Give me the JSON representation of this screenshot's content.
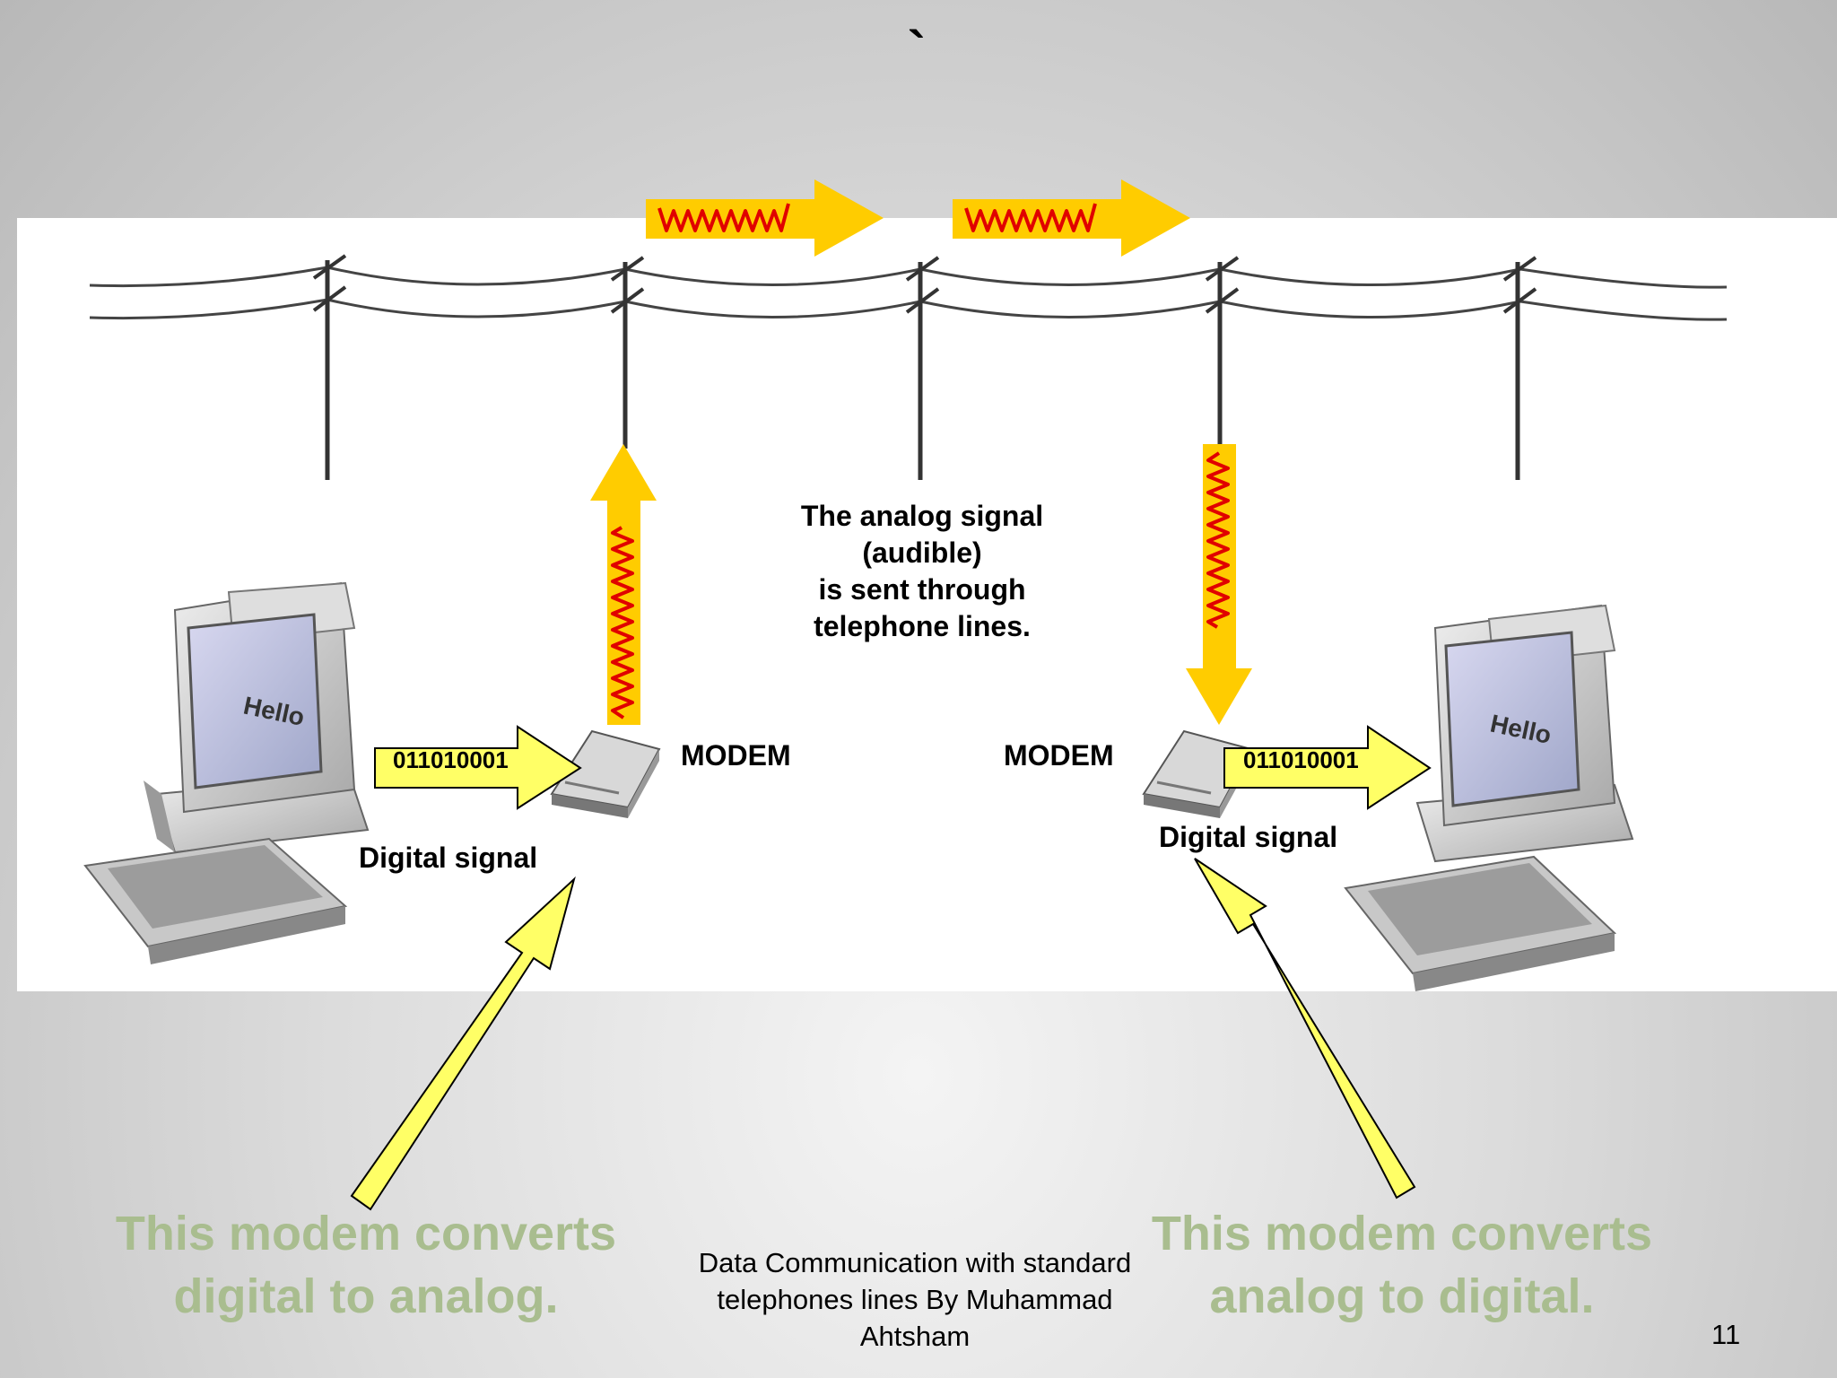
{
  "slide": {
    "top_mark": "`",
    "center_caption": [
      "The analog signal",
      "(audible)",
      "is sent through",
      "telephone lines."
    ],
    "left": {
      "screen_text": "Hello",
      "bits": "011010001",
      "modem_label": "MODEM",
      "digital_label": "Digital signal",
      "converts_text": [
        "This modem converts",
        "digital to analog."
      ]
    },
    "right": {
      "screen_text": "Hello",
      "bits": "011010001",
      "modem_label": "MODEM",
      "digital_label": "Digital signal",
      "converts_text": [
        "This modem converts",
        "analog to digital."
      ]
    },
    "footer": [
      "Data Communication with standard",
      "telephones lines By Muhammad",
      "Ahtsham"
    ],
    "page_number": "11"
  },
  "colors": {
    "arrow_fill": "#ffff66",
    "signal_arrow": "#ffcc00",
    "wave": "#e00000",
    "converts_text": "#a9bd8f",
    "pole": "#333333"
  },
  "icons": [
    "computer-icon",
    "modem-icon",
    "telephone-pole-icon",
    "wave-icon"
  ]
}
